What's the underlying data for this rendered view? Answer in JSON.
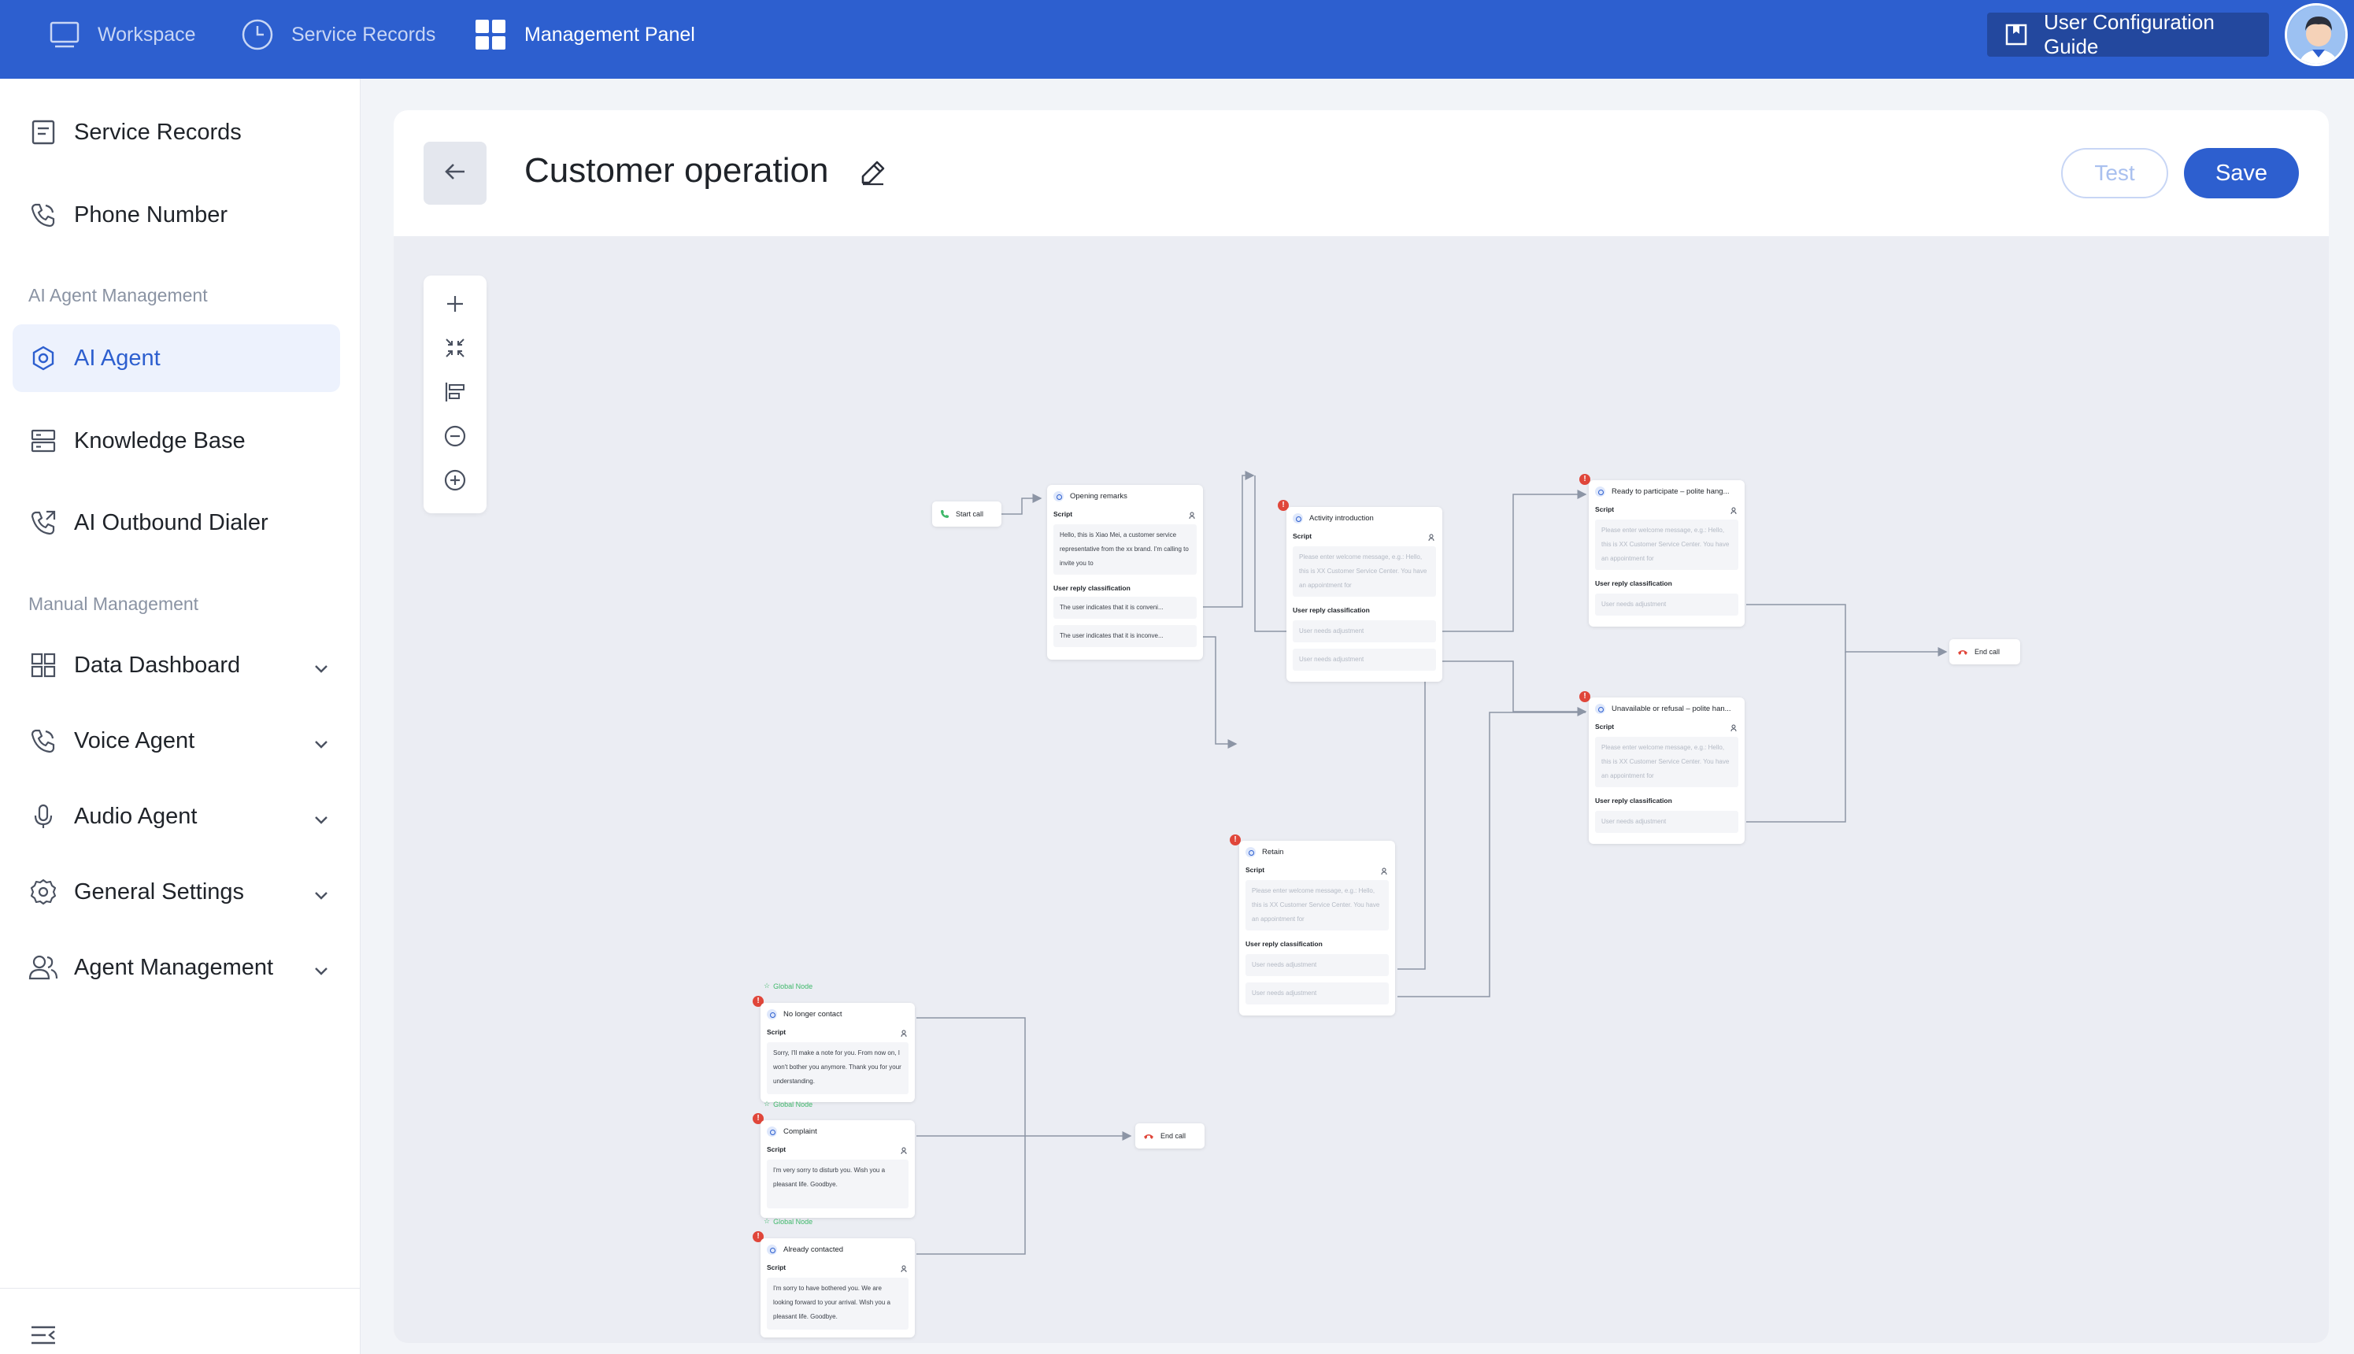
{
  "topbar": {
    "nav": [
      {
        "label": "Workspace",
        "icon": "monitor-icon"
      },
      {
        "label": "Service Records",
        "icon": "clock-icon"
      },
      {
        "label": "Management Panel",
        "icon": "grid-icon"
      }
    ],
    "guide_label": "User Configuration Guide"
  },
  "sidebar": {
    "items": [
      {
        "label": "Service Records",
        "icon": "document-icon"
      },
      {
        "label": "Phone Number",
        "icon": "phone-icon"
      }
    ],
    "sections": [
      "AI Agent Management",
      "Manual Management"
    ],
    "ai_items": [
      {
        "label": "AI Agent",
        "icon": "hexagon-icon",
        "active": true
      },
      {
        "label": "Knowledge Base",
        "icon": "database-icon"
      },
      {
        "label": "AI Outbound Dialer",
        "icon": "phone-outgoing-icon"
      }
    ],
    "manual_items": [
      {
        "label": "Data Dashboard",
        "icon": "grid-icon"
      },
      {
        "label": "Voice Agent",
        "icon": "phone-icon"
      },
      {
        "label": "Audio Agent",
        "icon": "microphone-icon"
      },
      {
        "label": "General Settings",
        "icon": "gear-icon"
      },
      {
        "label": "Agent Management",
        "icon": "users-icon"
      }
    ]
  },
  "header": {
    "title": "Customer operation",
    "test_label": "Test",
    "save_label": "Save"
  },
  "flow": {
    "start_call": "Start call",
    "end_call": "End call",
    "script_label": "Script",
    "reply_label": "User reply classification",
    "global_tag": "Global Node",
    "placeholder_script": "Please enter welcome message, e.g.: Hello, this is XX Customer Service Center. You have an appointment for",
    "placeholder_option": "User needs adjustment",
    "nodes": {
      "opening": {
        "title": "Opening remarks",
        "script": "Hello, this is Xiao Mei, a customer service representative from the xx brand. I'm calling to invite you to",
        "options": [
          "The user indicates that it is conveni...",
          "The user indicates that it is inconve..."
        ]
      },
      "activity": {
        "title": "Activity introduction"
      },
      "ready": {
        "title": "Ready to participate – polite hang..."
      },
      "unavailable": {
        "title": "Unavailable or refusal – polite han..."
      },
      "retain": {
        "title": "Retain"
      },
      "no_longer": {
        "title": "No longer contact",
        "script": "Sorry, I'll make a note for you. From now on, I won't bother you anymore. Thank you for your understanding."
      },
      "complaint": {
        "title": "Complaint",
        "script": "I'm very sorry to disturb you. Wish you a pleasant life. Goodbye."
      },
      "already": {
        "title": "Already contacted",
        "script": "I'm sorry to have bothered you. We are looking forward to your arrival. Wish you a pleasant life. Goodbye."
      }
    }
  },
  "colors": {
    "brand": "#2d5fcf",
    "warning": "#e0463a",
    "global": "#3fb86a"
  }
}
